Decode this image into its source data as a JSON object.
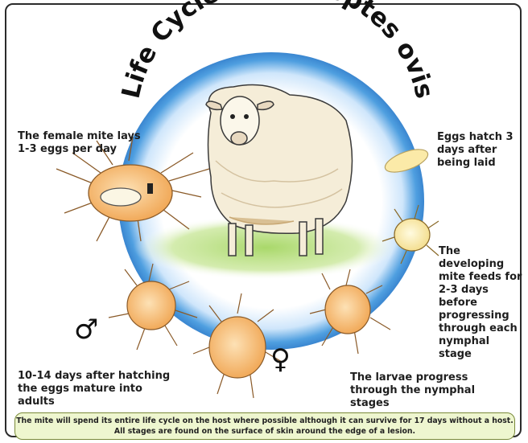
{
  "title": "Life Cycle of Psoroptes ovis",
  "labels": {
    "female_lays": "The female mite lays\n1-3 eggs per day",
    "eggs_hatch": "Eggs hatch 3\ndays after\nbeing laid",
    "developing": "The developing\nmite feeds for\n2-3 days before\nprogressing\nthrough each\nnymphal stage",
    "mature": "10-14 days after hatching\nthe eggs mature into adults",
    "larvae": "The larvae progress\nthrough the nymphal stages"
  },
  "symbols": {
    "male": "♂",
    "female": "♀"
  },
  "footer": {
    "line1": "The mite will spend its entire life cycle on the host where possible although it can survive for 17 days without a host.",
    "line2": "All stages are found on the surface of skin around the edge of a lesion."
  },
  "colors": {
    "cycle_ring": "#4f9fe0",
    "mite_body": "#f4b86a",
    "egg": "#fbeaa8",
    "grass": "#a9d86a",
    "footer_bg": "#eef6cf"
  }
}
